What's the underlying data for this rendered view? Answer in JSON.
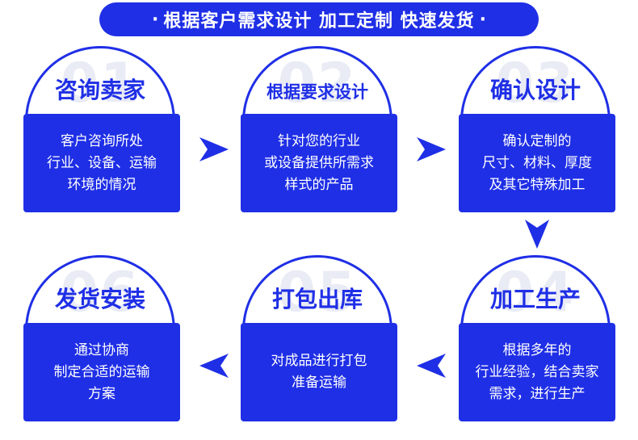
{
  "banner": {
    "dot_left": "·",
    "text": "根据客户需求设计 加工定制 快速发货",
    "dot_right": "·"
  },
  "steps": [
    {
      "num": "01",
      "title": "咨询卖家",
      "lines": [
        "客户咨询所处",
        "行业、设备、运输",
        "环境的情况"
      ]
    },
    {
      "num": "02",
      "title": "根据要求设计",
      "lines": [
        "针对您的行业",
        "或设备提供所需求",
        "样式的产品"
      ]
    },
    {
      "num": "03",
      "title": "确认设计",
      "lines": [
        "确认定制的",
        "尺寸、材料、厚度",
        "及其它特殊加工"
      ]
    },
    {
      "num": "04",
      "title": "加工生产",
      "lines": [
        "根据多年的",
        "行业经验，结合卖家",
        "需求，进行生产"
      ]
    },
    {
      "num": "05",
      "title": "打包出库",
      "lines": [
        "对成品进行打包",
        "准备运输"
      ]
    },
    {
      "num": "06",
      "title": "发货安装",
      "lines": [
        "通过协商",
        "制定合适的运输",
        "方案"
      ]
    }
  ],
  "colors": {
    "primary": "#1f2fe6",
    "watermark": "#e9ebf5"
  }
}
